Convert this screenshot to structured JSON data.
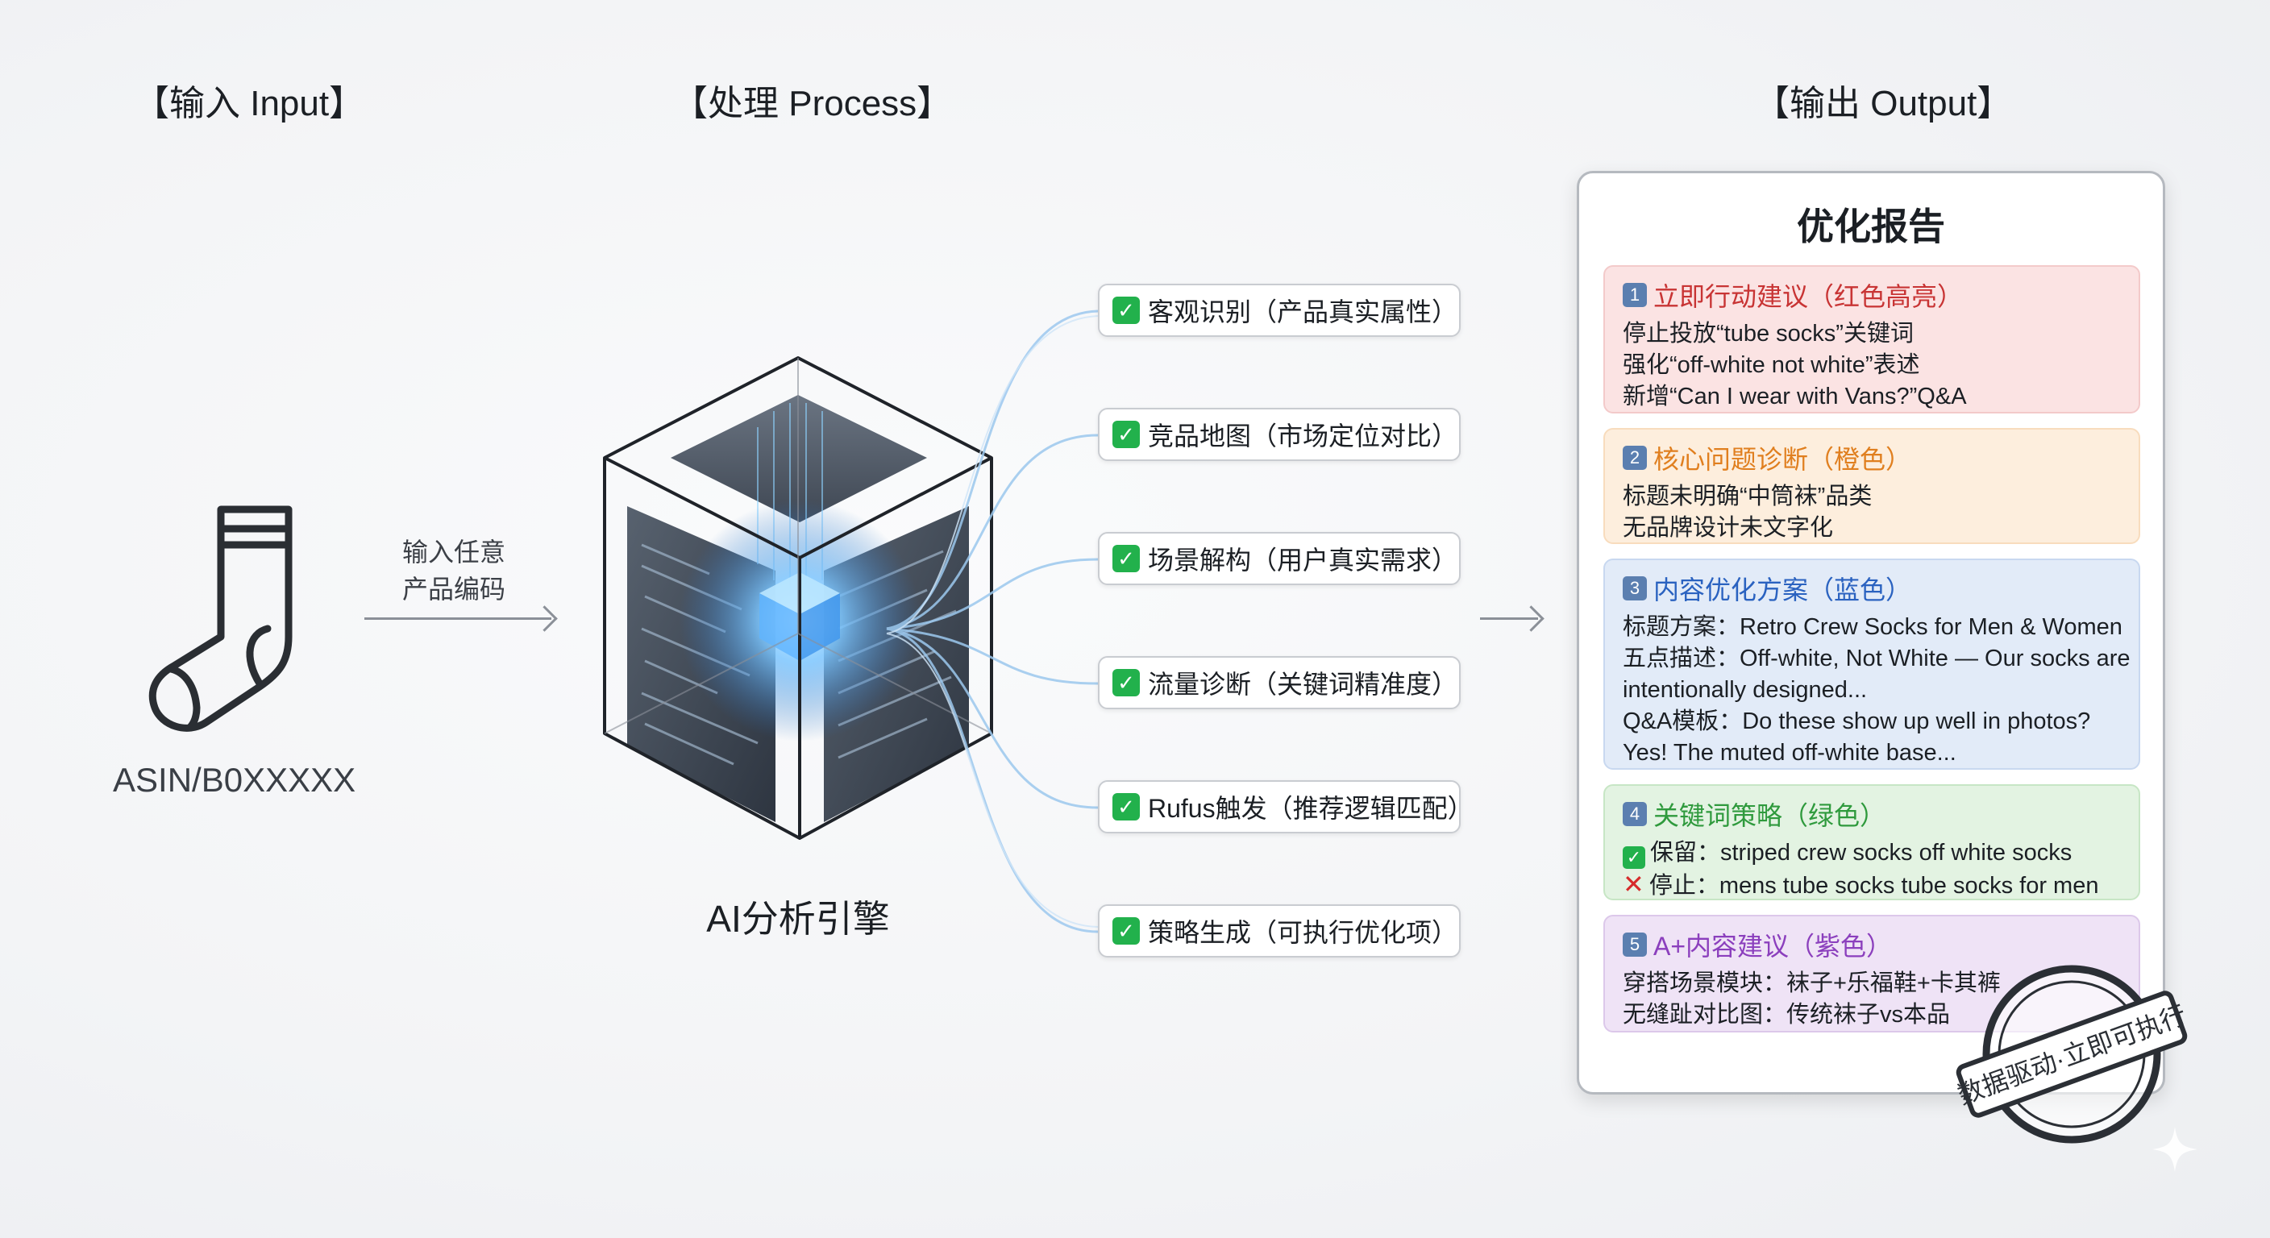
{
  "headings": {
    "input": "【输入 Input】",
    "process": "【处理 Process】",
    "output": "【输出 Output】"
  },
  "input": {
    "icon": "sock-icon",
    "asin": "ASIN/B0XXXXX",
    "note_line1": "输入任意",
    "note_line2": "产品编码"
  },
  "process": {
    "engine_label": "AI分析引擎",
    "steps": [
      "客观识别（产品真实属性）",
      "竞品地图（市场定位对比）",
      "场景解构（用户真实需求）",
      "流量诊断（关键词精准度）",
      "Rufus触发（推荐逻辑匹配）",
      "策略生成（可执行优化项）"
    ]
  },
  "report": {
    "title": "优化报告",
    "cards": [
      {
        "num": "1",
        "title": "立即行动建议（红色高亮）",
        "lines": [
          "停止投放“tube socks”关键词",
          "强化“off-white not white”表述",
          "新增“Can I wear with Vans?”Q&A"
        ]
      },
      {
        "num": "2",
        "title": "核心问题诊断（橙色）",
        "lines": [
          "标题未明确“中筒袜”品类",
          "无品牌设计未文字化"
        ]
      },
      {
        "num": "3",
        "title": "内容优化方案（蓝色）",
        "lines": [
          "标题方案：Retro Crew Socks for Men & Women",
          "五点描述：Off-white, Not White — Our socks are",
          "intentionally designed...",
          "Q&A模板：Do these show up well in photos?",
          "Yes! The muted off-white base..."
        ]
      },
      {
        "num": "4",
        "title": "关键词策略（绿色）",
        "lines": [
          "保留：striped crew socks off white socks",
          "停止：mens tube socks tube socks for men"
        ]
      },
      {
        "num": "5",
        "title": "A+内容建议（紫色）",
        "lines": [
          "穿搭场景模块：袜子+乐福鞋+卡其裤",
          "无缝趾对比图：传统袜子vs本品"
        ]
      }
    ],
    "stamp": "数据驱动·立即可执行"
  },
  "colors": {
    "check_green": "#22b14c",
    "red": "#c83434",
    "orange": "#e07f1f",
    "blue": "#2a62c0",
    "green": "#2f9a3d",
    "purple": "#8b3fbd"
  }
}
